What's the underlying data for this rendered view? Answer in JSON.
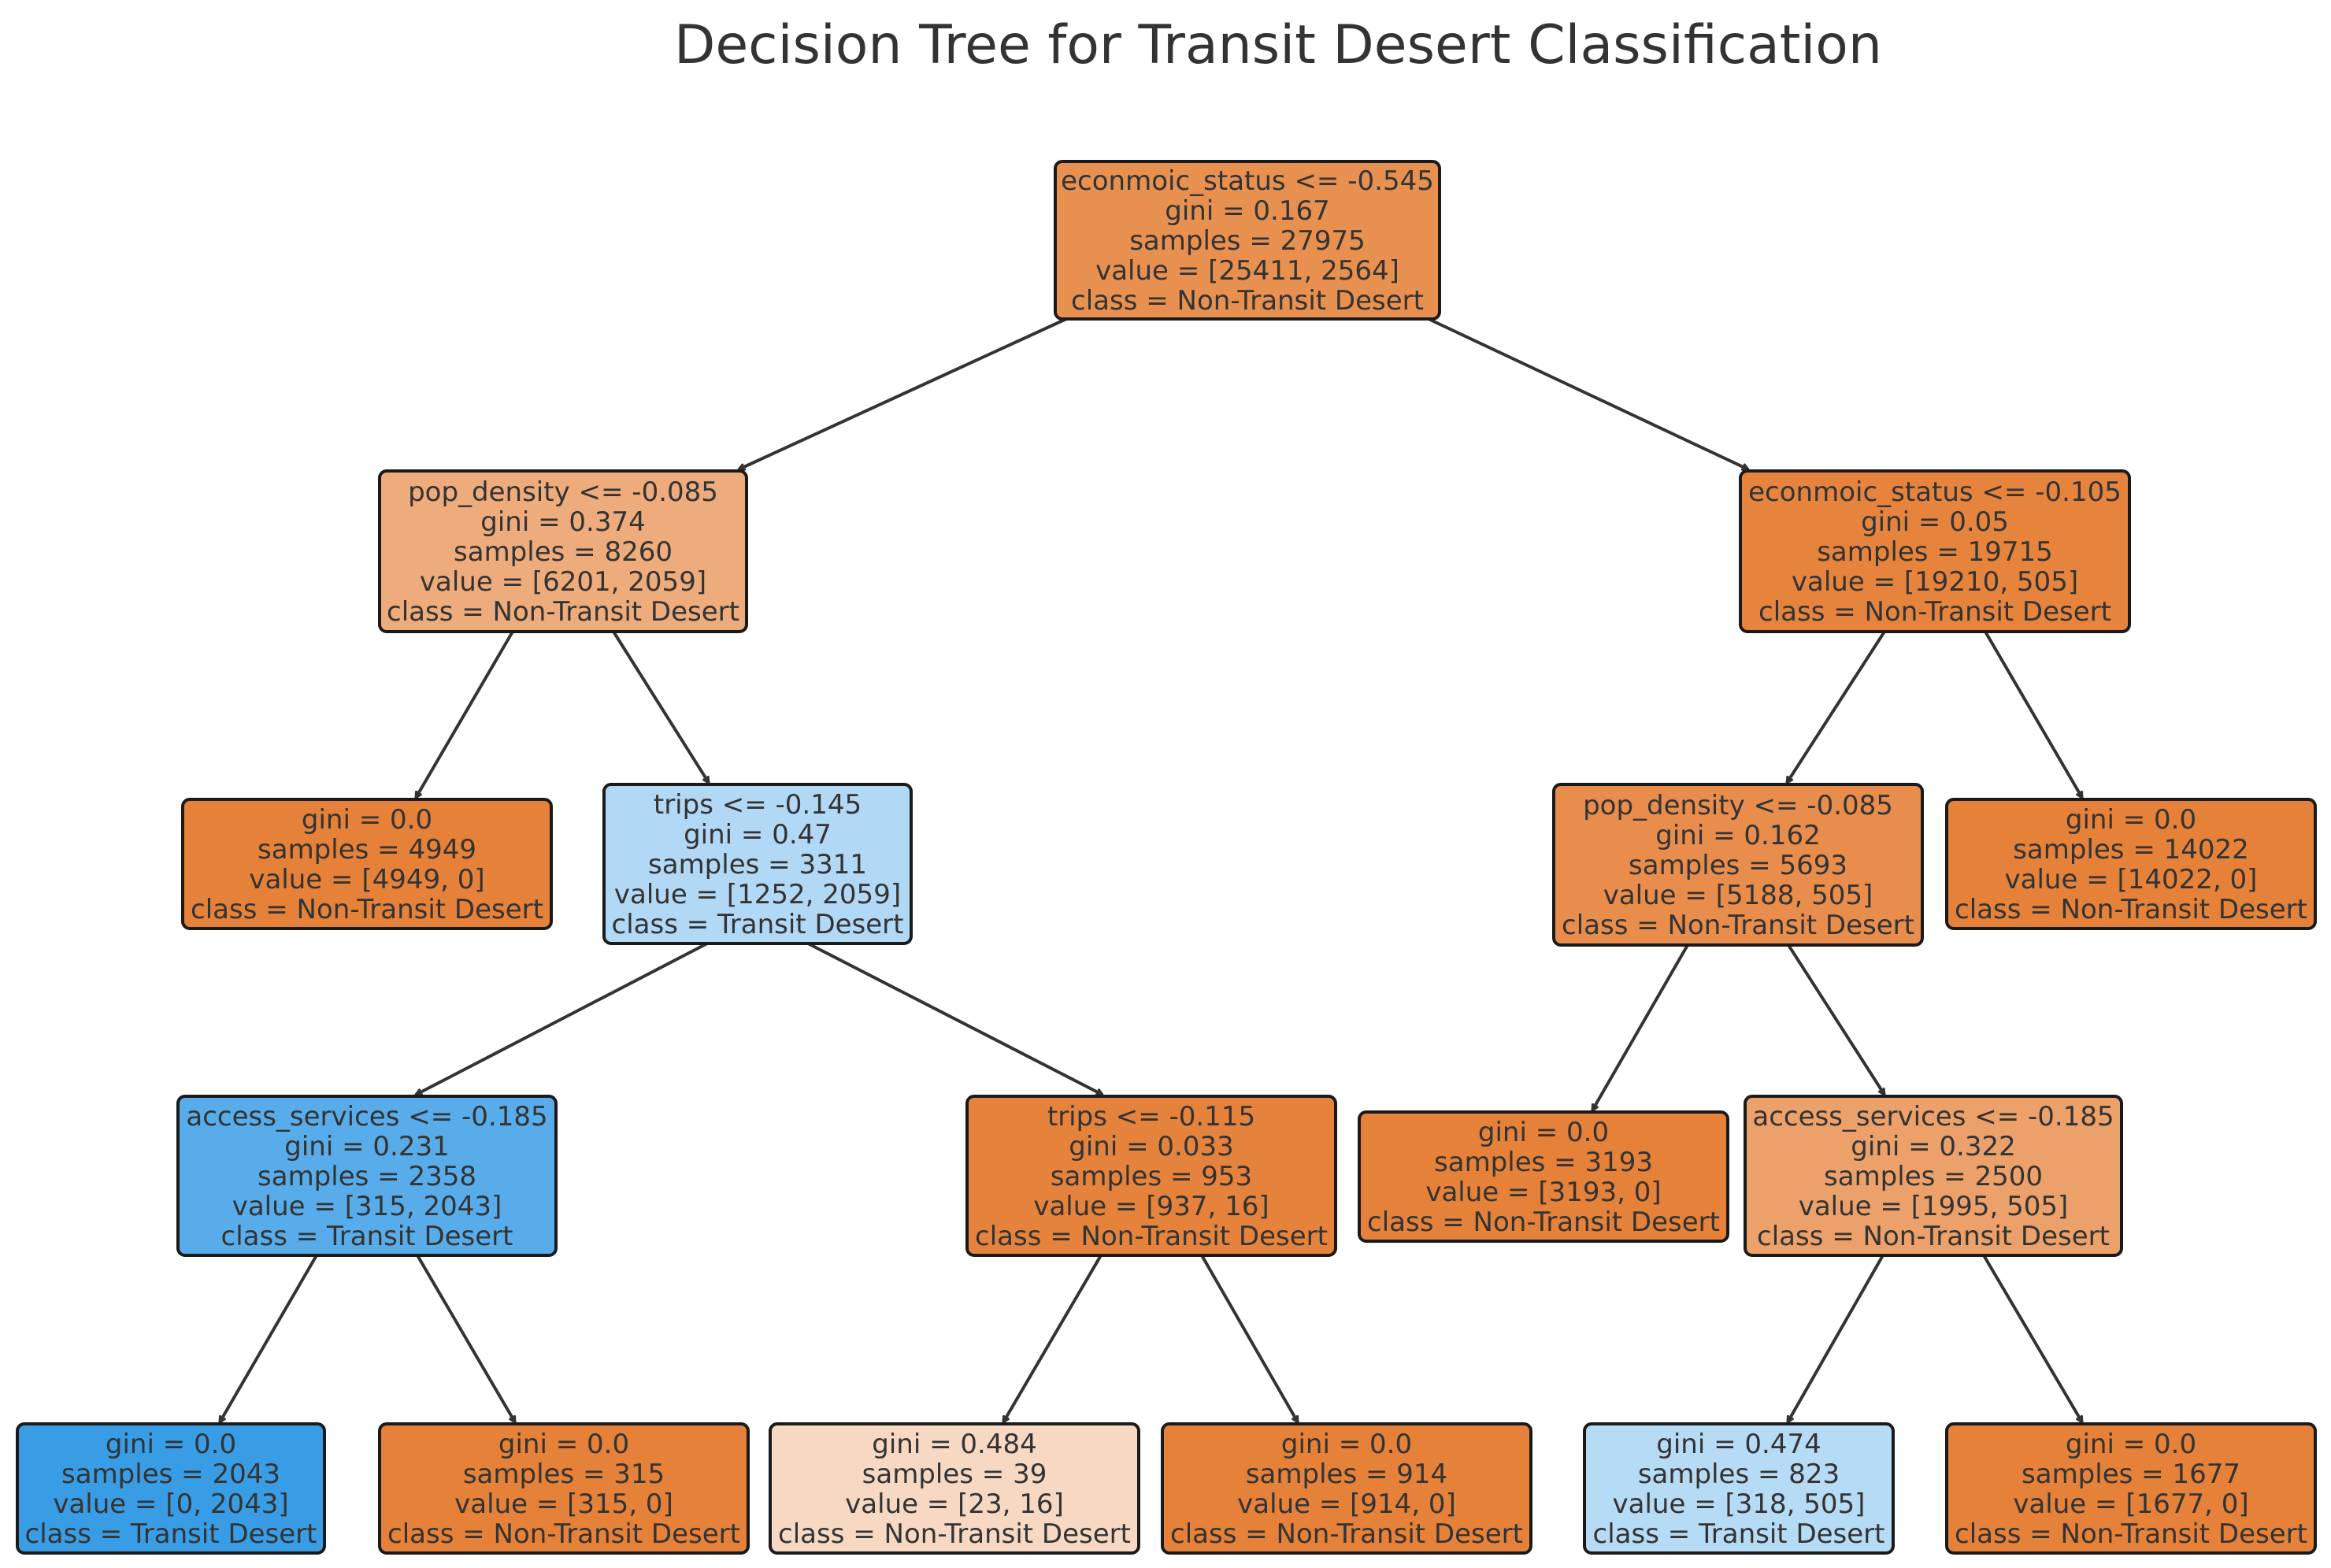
{
  "title": "Decision Tree for Transit Desert Classification",
  "colors": {
    "non_transit_strong": "#e58139",
    "transit_strong": "#399de5",
    "edge": "#333333",
    "border": "#1a1a1a"
  },
  "nodes": [
    {
      "id": "n0",
      "split": "econmoic_status <= -0.545",
      "gini": "0.167",
      "samples": "27975",
      "value": "[25411, 2564]",
      "class": "Non-Transit Desert",
      "color": "#e89050"
    },
    {
      "id": "n1",
      "split": "pop_density <= -0.085",
      "gini": "0.374",
      "samples": "8260",
      "value": "[6201, 2059]",
      "class": "Non-Transit Desert",
      "color": "#eeab7b"
    },
    {
      "id": "n2",
      "split": "econmoic_status <= -0.105",
      "gini": "0.05",
      "samples": "19715",
      "value": "[19210, 505]",
      "class": "Non-Transit Desert",
      "color": "#e6843e"
    },
    {
      "id": "n3",
      "split": "",
      "gini": "0.0",
      "samples": "4949",
      "value": "[4949, 0]",
      "class": "Non-Transit Desert",
      "color": "#e58139"
    },
    {
      "id": "n4",
      "split": "trips <= -0.145",
      "gini": "0.47",
      "samples": "3311",
      "value": "[1252, 2059]",
      "class": "Transit Desert",
      "color": "#b1d8f5"
    },
    {
      "id": "n5",
      "split": "pop_density <= -0.085",
      "gini": "0.162",
      "samples": "5693",
      "value": "[5188, 505]",
      "class": "Non-Transit Desert",
      "color": "#e88d4c"
    },
    {
      "id": "n6",
      "split": "",
      "gini": "0.0",
      "samples": "14022",
      "value": "[14022, 0]",
      "class": "Non-Transit Desert",
      "color": "#e58139"
    },
    {
      "id": "n7",
      "split": "access_services <= -0.185",
      "gini": "0.231",
      "samples": "2358",
      "value": "[315, 2043]",
      "class": "Transit Desert",
      "color": "#58ace9"
    },
    {
      "id": "n8",
      "split": "trips <= -0.115",
      "gini": "0.033",
      "samples": "953",
      "value": "[937, 16]",
      "class": "Non-Transit Desert",
      "color": "#e5833c"
    },
    {
      "id": "n9",
      "split": "",
      "gini": "0.0",
      "samples": "3193",
      "value": "[3193, 0]",
      "class": "Non-Transit Desert",
      "color": "#e58139"
    },
    {
      "id": "n10",
      "split": "access_services <= -0.185",
      "gini": "0.322",
      "samples": "2500",
      "value": "[1995, 505]",
      "class": "Non-Transit Desert",
      "color": "#eca16b"
    },
    {
      "id": "n11",
      "split": "",
      "gini": "0.0",
      "samples": "2043",
      "value": "[0, 2043]",
      "class": "Transit Desert",
      "color": "#399de5"
    },
    {
      "id": "n12",
      "split": "",
      "gini": "0.0",
      "samples": "315",
      "value": "[315, 0]",
      "class": "Non-Transit Desert",
      "color": "#e58139"
    },
    {
      "id": "n13",
      "split": "",
      "gini": "0.484",
      "samples": "39",
      "value": "[23, 16]",
      "class": "Non-Transit Desert",
      "color": "#f7d9c3"
    },
    {
      "id": "n14",
      "split": "",
      "gini": "0.0",
      "samples": "914",
      "value": "[914, 0]",
      "class": "Non-Transit Desert",
      "color": "#e58139"
    },
    {
      "id": "n15",
      "split": "",
      "gini": "0.474",
      "samples": "823",
      "value": "[318, 505]",
      "class": "Transit Desert",
      "color": "#b6dbf5"
    },
    {
      "id": "n16",
      "split": "",
      "gini": "0.0",
      "samples": "1677",
      "value": "[1677, 0]",
      "class": "Non-Transit Desert",
      "color": "#e58139"
    }
  ],
  "edges": [
    [
      "n0",
      "n1"
    ],
    [
      "n0",
      "n2"
    ],
    [
      "n1",
      "n3"
    ],
    [
      "n1",
      "n4"
    ],
    [
      "n2",
      "n5"
    ],
    [
      "n2",
      "n6"
    ],
    [
      "n4",
      "n7"
    ],
    [
      "n4",
      "n8"
    ],
    [
      "n5",
      "n9"
    ],
    [
      "n5",
      "n10"
    ],
    [
      "n7",
      "n11"
    ],
    [
      "n7",
      "n12"
    ],
    [
      "n8",
      "n13"
    ],
    [
      "n8",
      "n14"
    ],
    [
      "n10",
      "n15"
    ],
    [
      "n10",
      "n16"
    ]
  ]
}
